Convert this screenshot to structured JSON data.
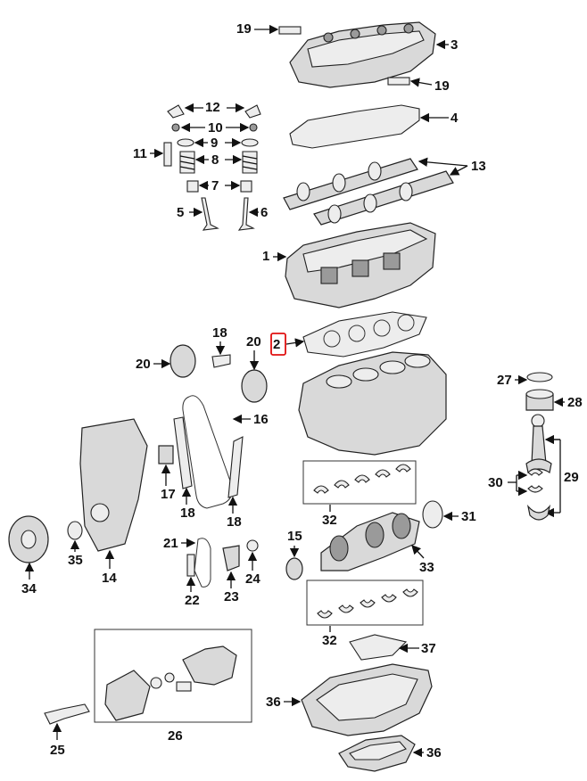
{
  "callouts": {
    "c1": "1",
    "c2": "2",
    "c3": "3",
    "c4": "4",
    "c5": "5",
    "c6": "6",
    "c7": "7",
    "c8": "8",
    "c9": "9",
    "c10": "10",
    "c11": "11",
    "c12": "12",
    "c13": "13",
    "c14": "14",
    "c15": "15",
    "c16": "16",
    "c17": "17",
    "c18a": "18",
    "c18b": "18",
    "c18c": "18",
    "c19a": "19",
    "c19b": "19",
    "c20a": "20",
    "c20b": "20",
    "c21": "21",
    "c22": "22",
    "c23": "23",
    "c24": "24",
    "c25": "25",
    "c26": "26",
    "c27": "27",
    "c28": "28",
    "c29": "29",
    "c30": "30",
    "c31": "31",
    "c32a": "32",
    "c32b": "32",
    "c33": "33",
    "c34": "34",
    "c35": "35",
    "c36a": "36",
    "c36b": "36",
    "c37": "37"
  },
  "highlight": {
    "callout": "2",
    "color": "#e01010"
  }
}
